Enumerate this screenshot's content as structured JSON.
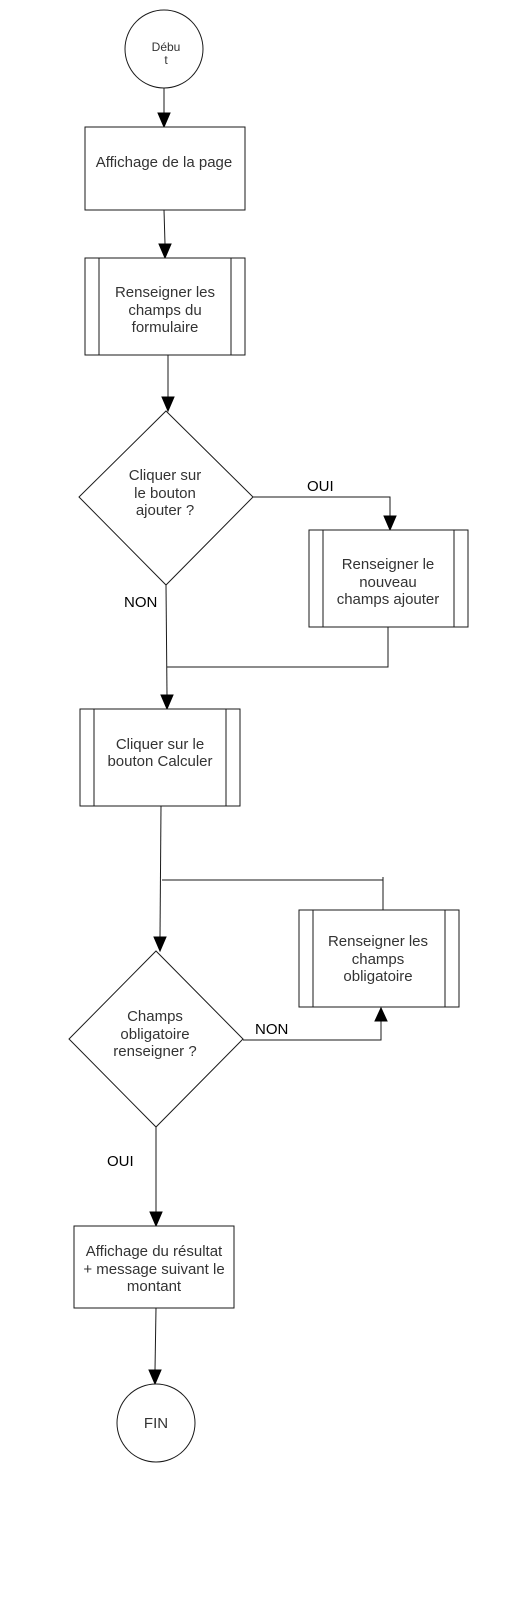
{
  "nodes": {
    "start": {
      "lines": [
        "Débu",
        "t"
      ]
    },
    "display_page": {
      "lines": [
        "Affichage de la page"
      ]
    },
    "fill_form": {
      "lines": [
        "Renseigner les",
        "champs du",
        "formulaire"
      ]
    },
    "click_add": {
      "lines": [
        "Cliquer sur",
        "le bouton",
        "ajouter ?"
      ]
    },
    "fill_new_field": {
      "lines": [
        "Renseigner le",
        "nouveau",
        "champs ajouter"
      ]
    },
    "click_calculate": {
      "lines": [
        "Cliquer sur le",
        "bouton Calculer"
      ]
    },
    "fill_required": {
      "lines": [
        "Renseigner les",
        "champs",
        "obligatoire"
      ]
    },
    "required_filled": {
      "lines": [
        "Champs",
        "obligatoire",
        "renseigner ?"
      ]
    },
    "display_result": {
      "lines": [
        "Affichage du résultat",
        "+ message suivant le",
        "montant"
      ]
    },
    "end": {
      "lines": [
        "FIN"
      ]
    }
  },
  "edges": {
    "add_yes": "OUI",
    "add_no": "NON",
    "required_no": "NON",
    "required_yes": "OUI"
  }
}
